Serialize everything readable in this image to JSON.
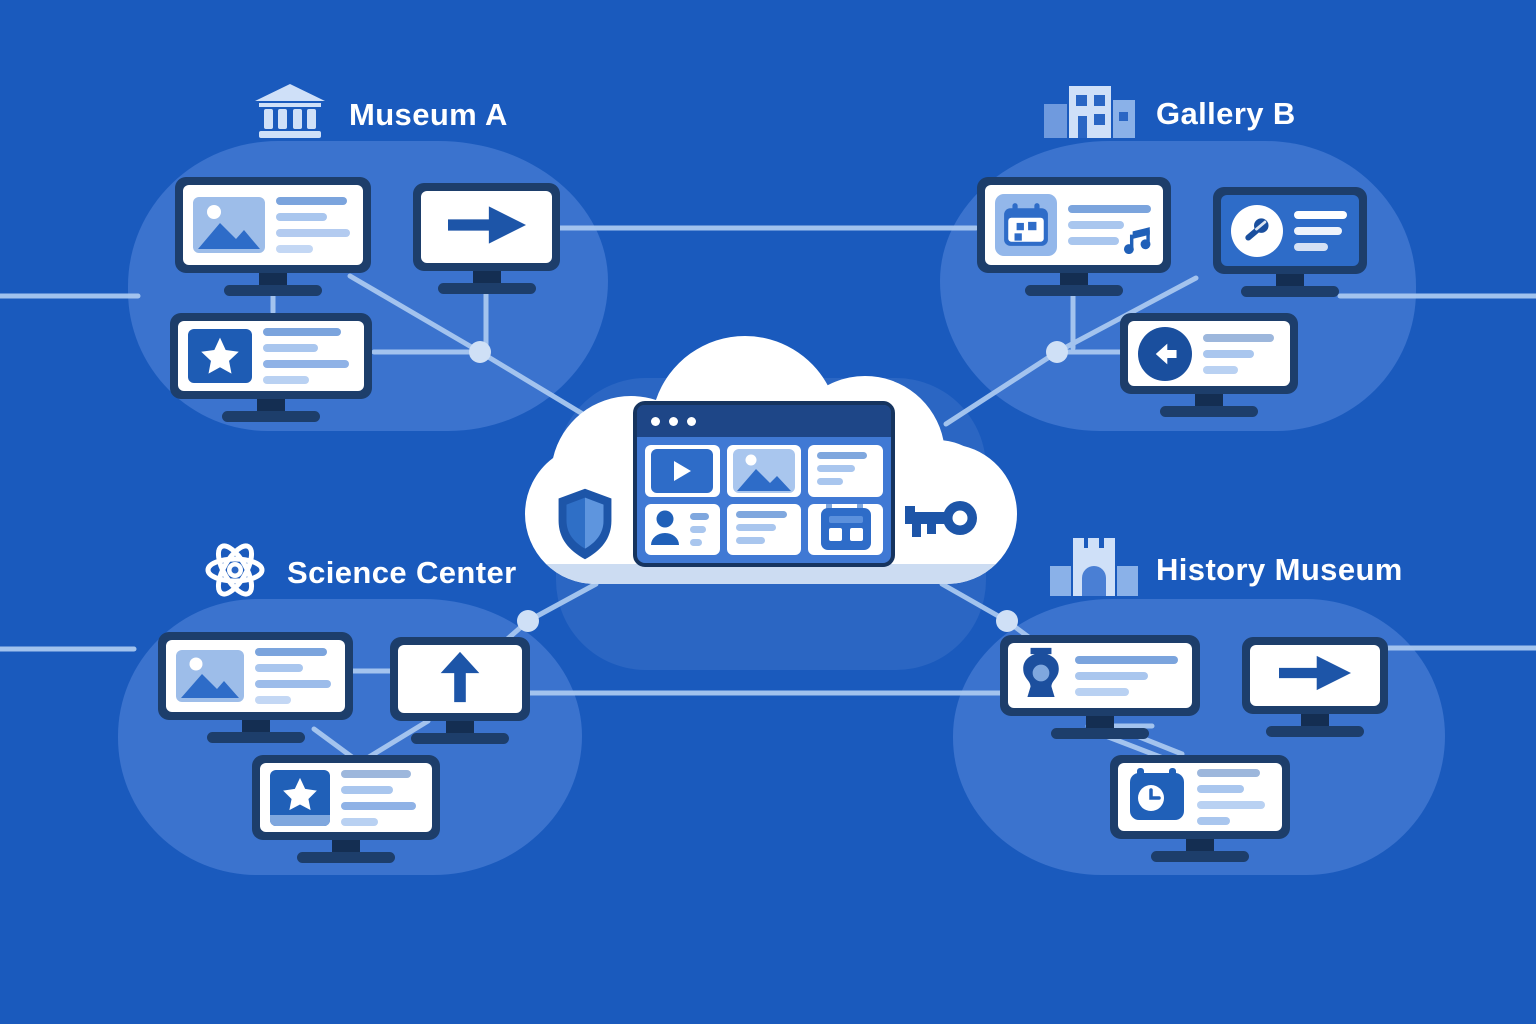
{
  "diagram": {
    "hub": {
      "name": "central-cloud-platform",
      "window_dots": 3,
      "tiles": [
        "video-player",
        "image-gallery",
        "text-article",
        "user-profile",
        "text-list",
        "calendar"
      ],
      "side_icons": [
        "security-shield",
        "access-key"
      ]
    },
    "sites": [
      {
        "label": "Museum A",
        "building_icon": "classical-museum-building",
        "screens": [
          "image-text-display",
          "arrow-right-display",
          "star-text-display"
        ]
      },
      {
        "label": "Gallery B",
        "building_icon": "gallery-building",
        "screens": [
          "calendar-music-display",
          "microphone-display",
          "arrow-left-circle-display"
        ]
      },
      {
        "label": "Science Center",
        "building_icon": "atom-symbol",
        "screens": [
          "image-text-display",
          "arrow-up-display",
          "star-text-display"
        ]
      },
      {
        "label": "History Museum",
        "building_icon": "castle-gate",
        "screens": [
          "vase-text-display",
          "arrow-right-display",
          "calendar-clock-display"
        ]
      }
    ],
    "colors": {
      "background": "#1a5abd",
      "cluster_blob": "#3b73ce",
      "connector_line": "#a9c8f0",
      "monitor_frame": "#1d3e6b",
      "accent_dark": "#1d55a8",
      "accent": "#2e6cc8",
      "accent_light": "#a9c6ee",
      "icon_light": "#cfe0f8",
      "cloud_white": "#ffffff",
      "cloud_band": "#ccdcf2"
    }
  }
}
